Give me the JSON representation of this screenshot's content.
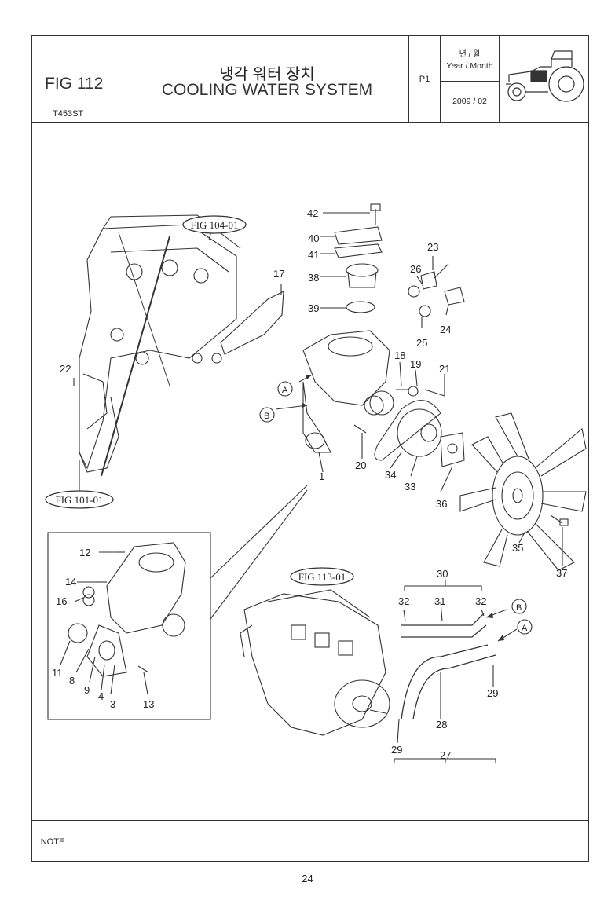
{
  "header": {
    "fig_label": "FIG 112",
    "model": "T453ST",
    "title_korean": "냉각 워터 장치",
    "title_english": "COOLING WATER SYSTEM",
    "page_code": "P1",
    "date_korean": "년 / 월",
    "date_english": "Year / Month",
    "date_value": "2009 / 02"
  },
  "diagram": {
    "references": [
      "FIG 104-01",
      "FIG 101-01",
      "FIG 113-01"
    ],
    "callouts": [
      "42",
      "40",
      "41",
      "38",
      "39",
      "17",
      "26",
      "23",
      "24",
      "25",
      "18",
      "19",
      "21",
      "22",
      "A",
      "B",
      "20",
      "34",
      "33",
      "1",
      "36",
      "35",
      "37",
      "12",
      "14",
      "16",
      "11",
      "8",
      "9",
      "4",
      "3",
      "13",
      "30",
      "32",
      "31",
      "32",
      "B",
      "A",
      "29",
      "28",
      "29",
      "27"
    ]
  },
  "note_label": "NOTE",
  "page_number": "24"
}
